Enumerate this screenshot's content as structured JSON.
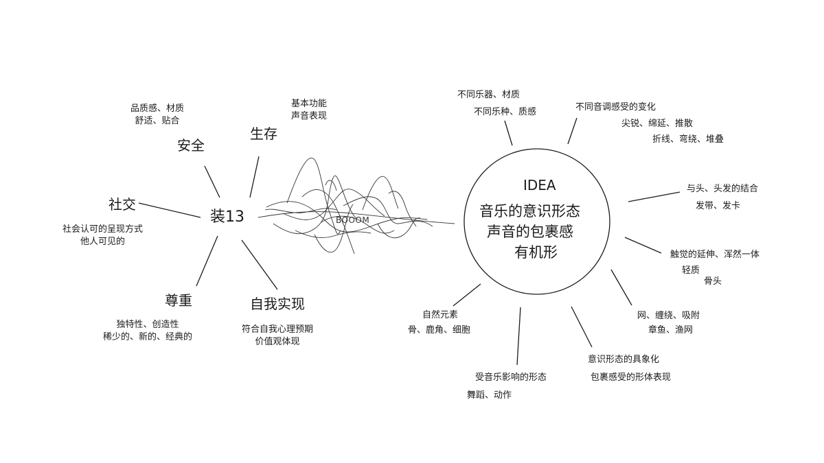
{
  "left_map": {
    "center": "装13",
    "nodes": {
      "safety": {
        "label": "安全",
        "notes": [
          "品质感、材质",
          "舒适、贴合"
        ]
      },
      "survival": {
        "label": "生存",
        "notes": [
          "基本功能",
          "声音表现"
        ]
      },
      "social": {
        "label": "社交",
        "notes": [
          "社会认可的呈现方式",
          "他人可见的"
        ]
      },
      "respect": {
        "label": "尊重",
        "notes": [
          "独特性、创造性",
          "稀少的、新的、经典的"
        ]
      },
      "self": {
        "label": "自我实现",
        "notes": [
          "符合自我心理预期",
          "价值观体现"
        ]
      }
    }
  },
  "bridge": {
    "label": "BOOOM"
  },
  "right_map": {
    "circle": {
      "title": "IDEA",
      "lines": [
        "音乐的意识形态",
        "声音的包裹感",
        "有机形"
      ]
    },
    "branches": {
      "instruments": [
        "不同乐器、材质",
        "不同乐种、质感"
      ],
      "tone": [
        "不同音调感受的变化",
        "尖锐、绵延、推散",
        "折线、弯绕、堆叠"
      ],
      "head": [
        "与头、头发的结合",
        "发带、发卡"
      ],
      "touch": [
        "触觉的延伸、浑然一体",
        "轻质",
        "骨头"
      ],
      "net": [
        "网、缠绕、吸附",
        "章鱼、渔网"
      ],
      "concrete": [
        "意识形态的具象化",
        "包裹感受的形体表现"
      ],
      "music_form": [
        "受音乐影响的形态",
        "舞蹈、动作"
      ],
      "nature": [
        "自然元素",
        "骨、鹿角、细胞"
      ]
    }
  }
}
